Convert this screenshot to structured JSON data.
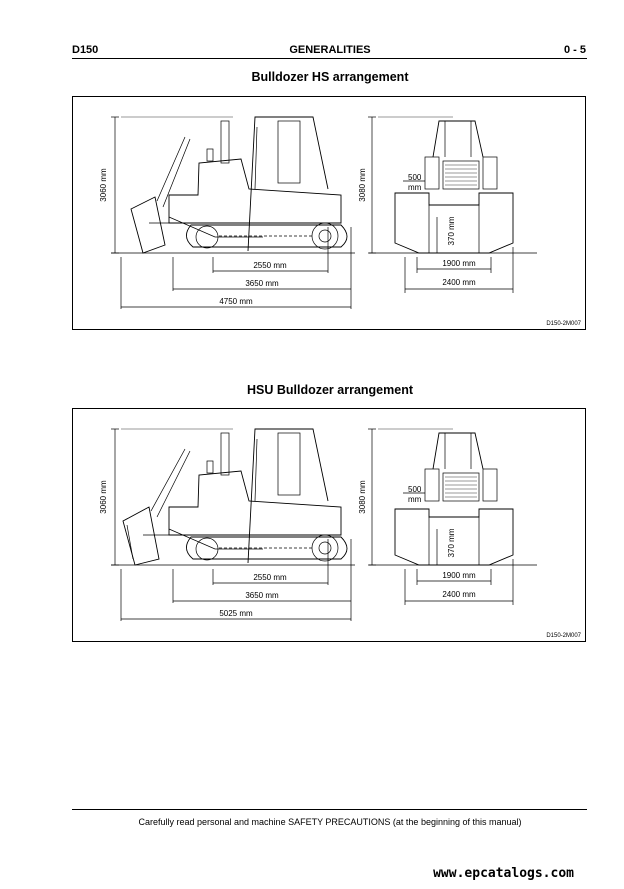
{
  "header": {
    "model": "D150",
    "section": "GENERALITIES",
    "page": "0 - 5"
  },
  "figures": [
    {
      "title": "Bulldozer HS arrangement",
      "dims": {
        "height_side": "3060 mm",
        "height_front": "3080 mm",
        "track_pitch": "500",
        "track_pitch_unit": "mm",
        "clearance": "370 mm",
        "track_length": "2550 mm",
        "machine_length": "3650 mm",
        "overall_length": "4750 mm",
        "gauge": "1900 mm",
        "blade_width": "2400 mm"
      },
      "code": "D150-2M007"
    },
    {
      "title": "HSU Bulldozer arrangement",
      "dims": {
        "height_side": "3060 mm",
        "height_front": "3080 mm",
        "track_pitch": "500",
        "track_pitch_unit": "mm",
        "clearance": "370 mm",
        "track_length": "2550 mm",
        "machine_length": "3650 mm",
        "overall_length": "5025 mm",
        "gauge": "1900 mm",
        "blade_width": "2400 mm"
      },
      "code": "D150-2M007"
    }
  ],
  "footer": {
    "text": "Carefully read personal and machine SAFETY PRECAUTIONS (at the beginning of this manual)"
  },
  "watermark": "www.epcatalogs.com"
}
